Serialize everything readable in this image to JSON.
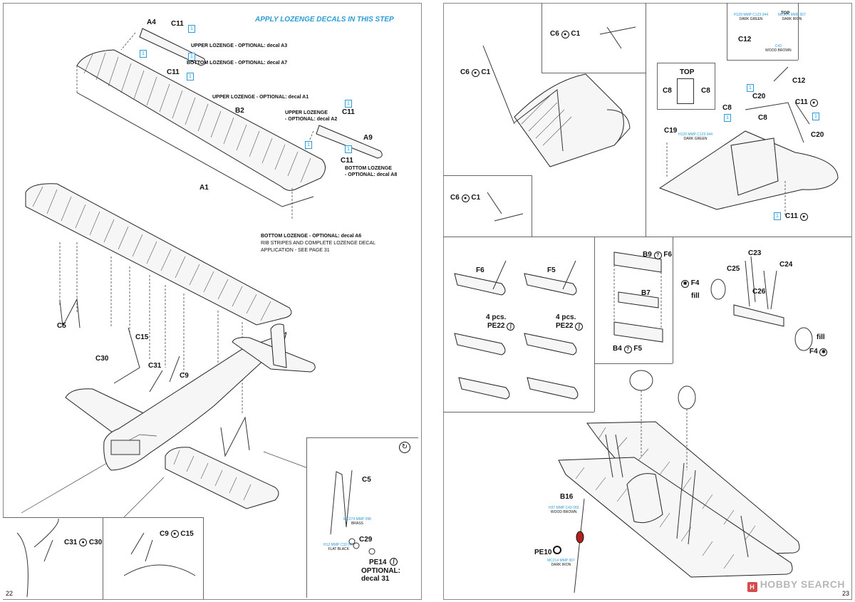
{
  "left_page": {
    "title": "APPLY LOZENGE DECALS IN THIS STEP",
    "page_number": "22",
    "labels": {
      "A4": "A4",
      "C11_top": "C11",
      "C11_mid": "C11",
      "B2": "B2",
      "C11_right": "C11",
      "A9": "A9",
      "C11_lower": "C11",
      "A1": "A1",
      "C5": "C5",
      "C15": "C15",
      "C30": "C30",
      "C31": "C31",
      "C9": "C9",
      "C5_detail": "C5",
      "C29": "C29",
      "PE14": "PE14"
    },
    "notes": {
      "upper_a3": "UPPER LOZENGE - OPTIONAL: decal A3",
      "bottom_a7": "BOTTOM LOZENGE - OPTIONAL: decal A7",
      "upper_a1": "UPPER LOZENGE - OPTIONAL: decal A1",
      "upper_a2_l1": "UPPER LOZENGE",
      "upper_a2_l2": "- OPTIONAL: decal A2",
      "bottom_a8_l1": "BOTTOM LOZENGE",
      "bottom_a8_l2": "- OPTIONAL: decal A8",
      "bottom_a6": "BOTTOM LOZENGE - OPTIONAL: decal A6",
      "rib_stripes": "RIB STRIPES AND COMPLETE LOZENGE DECAL",
      "application": "APPLICATION - SEE PAGE 31",
      "optional": "OPTIONAL:",
      "decal31": "decal 31"
    },
    "decal_marks": [
      "1",
      "1",
      "1",
      "1",
      "1",
      "1",
      "1"
    ],
    "detail_c31_c30": {
      "a": "C31",
      "b": "C30"
    },
    "detail_c9_c15": {
      "a": "C9",
      "b": "C15"
    },
    "paint_brass": {
      "codes": "MC274 MMP 098",
      "name": "BRASS"
    },
    "paint_flat_black": {
      "codes": "H12 MMP C33 047",
      "name": "FLAT BLACK"
    }
  },
  "right_page": {
    "page_number": "23",
    "top_left": {
      "c6_c1_a": {
        "a": "C6",
        "b": "C1"
      },
      "c6_c1_b": {
        "a": "C6",
        "b": "C1"
      },
      "c6_c1_c": {
        "a": "C6",
        "b": "C1"
      }
    },
    "top_right": {
      "top_label": "TOP",
      "c12_a": "C12",
      "c12_b": "C12",
      "c20_a": "C20",
      "c20_b": "C20",
      "c8_a": "C8",
      "c8_b": "C8",
      "c8_c": "C8",
      "c8_d": "C8",
      "top_box": "TOP",
      "c11_a": "C11",
      "c11_b": "C11",
      "c19": "C19",
      "decal_marks": [
        "1",
        "1",
        "1",
        "1"
      ],
      "paint_dark_green": {
        "codes": "H129 MMP C123 044",
        "name": "DARK GREEN"
      },
      "paint_dark_iron": {
        "codes": "MC214 MMP 067",
        "name": "DARK IRON"
      },
      "paint_wood_brown": {
        "codes": "C43",
        "name": "WOOD BROWN"
      },
      "paint_c19": {
        "codes": "H129 MMP C123 044",
        "name": "DARK GREEN"
      }
    },
    "middle_left": {
      "f6": "F6",
      "f5": "F5",
      "pe22_a_count": "4 pcs.",
      "pe22_a": "PE22",
      "pe22_b_count": "4 pcs.",
      "pe22_b": "PE22"
    },
    "middle_center": {
      "b9": "B9",
      "f6": "F6",
      "b7": "B7",
      "b4": "B4",
      "f5": "F5"
    },
    "middle_right": {
      "c23": "C23",
      "c25": "C25",
      "c24": "C24",
      "c26": "C26",
      "f4_a": "F4",
      "f4_b": "F4",
      "fill_a": "fill",
      "fill_b": "fill"
    },
    "bottom": {
      "b16": "B16",
      "pe10": "PE10",
      "paint_b16": {
        "codes": "H37 MMP C43 093",
        "name": "WOOD BROWN"
      },
      "paint_pe10": {
        "codes": "MC214 MMP 067",
        "name": "DARK IRON"
      }
    }
  },
  "watermark": {
    "logo": "H",
    "text": "HOBBY SEARCH"
  }
}
